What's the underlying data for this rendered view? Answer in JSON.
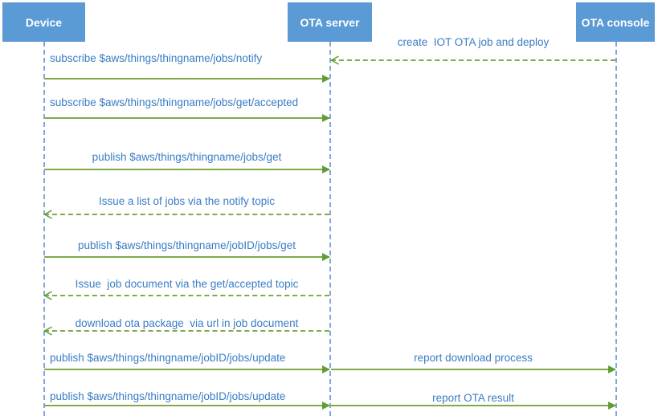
{
  "colors": {
    "actor_fill": "#5B9BD5",
    "actor_text": "#FFFFFF",
    "lifeline": "#7FA8DC",
    "arrow": "#7FAA49",
    "arrow_head": "#609E33",
    "label_text": "#3A7CC4",
    "background": "#FFFFFF"
  },
  "actors": [
    {
      "name": "Device"
    },
    {
      "name": "OTA server"
    },
    {
      "name": "OTA console"
    }
  ],
  "messages": [
    {
      "label": "create  IOT OTA job and deploy",
      "from": "OTA console",
      "to": "OTA server",
      "style": "dashed"
    },
    {
      "label": "subscribe $aws/things/thingname/jobs/notify",
      "from": "Device",
      "to": "OTA server",
      "style": "solid"
    },
    {
      "label": "subscribe $aws/things/thingname/jobs/get/accepted",
      "from": "Device",
      "to": "OTA server",
      "style": "solid"
    },
    {
      "label": "publish $aws/things/thingname/jobs/get",
      "from": "Device",
      "to": "OTA server",
      "style": "solid"
    },
    {
      "label": "Issue a list of jobs via the notify topic",
      "from": "OTA server",
      "to": "Device",
      "style": "dashed"
    },
    {
      "label": "publish $aws/things/thingname/jobID/jobs/get",
      "from": "Device",
      "to": "OTA server",
      "style": "solid"
    },
    {
      "label": "Issue  job document via the get/accepted topic",
      "from": "OTA server",
      "to": "Device",
      "style": "dashed"
    },
    {
      "label": "download ota package  via url in job document",
      "from": "OTA server",
      "to": "Device",
      "style": "dashed"
    },
    {
      "label": "publish $aws/things/thingname/jobID/jobs/update",
      "from": "Device",
      "to": "OTA server",
      "style": "solid"
    },
    {
      "label": "report download process",
      "from": "OTA server",
      "to": "OTA console",
      "style": "solid"
    },
    {
      "label": "publish $aws/things/thingname/jobID/jobs/update",
      "from": "Device",
      "to": "OTA server",
      "style": "solid"
    },
    {
      "label": "report OTA result",
      "from": "OTA server",
      "to": "OTA console",
      "style": "solid"
    }
  ]
}
